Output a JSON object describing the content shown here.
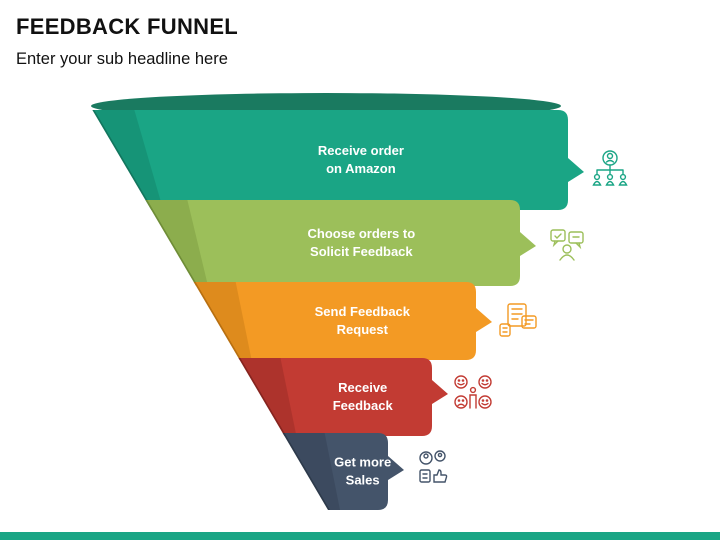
{
  "slide": {
    "title": "FEEDBACK FUNNEL",
    "subtitle": "Enter your sub headline here"
  },
  "funnel": {
    "rim_color": "#1a7a60",
    "stages": [
      {
        "lines": [
          "Receive order",
          "on Amazon"
        ],
        "color": "#1aa585",
        "dark": "#12765e",
        "icon": "organization-chart-icon"
      },
      {
        "lines": [
          "Choose orders to",
          "Solicit Feedback"
        ],
        "color": "#9cbf5a",
        "dark": "#6f8d37",
        "icon": "feedback-chat-icon"
      },
      {
        "lines": [
          "Send Feedback",
          "Request"
        ],
        "color": "#f39a24",
        "dark": "#b86f10",
        "icon": "survey-request-icon"
      },
      {
        "lines": [
          "Receive",
          "Feedback"
        ],
        "color": "#c23b33",
        "dark": "#86241f",
        "icon": "customer-rating-icon"
      },
      {
        "lines": [
          "Get more",
          "Sales"
        ],
        "color": "#44546a",
        "dark": "#2d3a4b",
        "icon": "customer-sales-icon"
      }
    ],
    "text_color": "#ffffff"
  }
}
